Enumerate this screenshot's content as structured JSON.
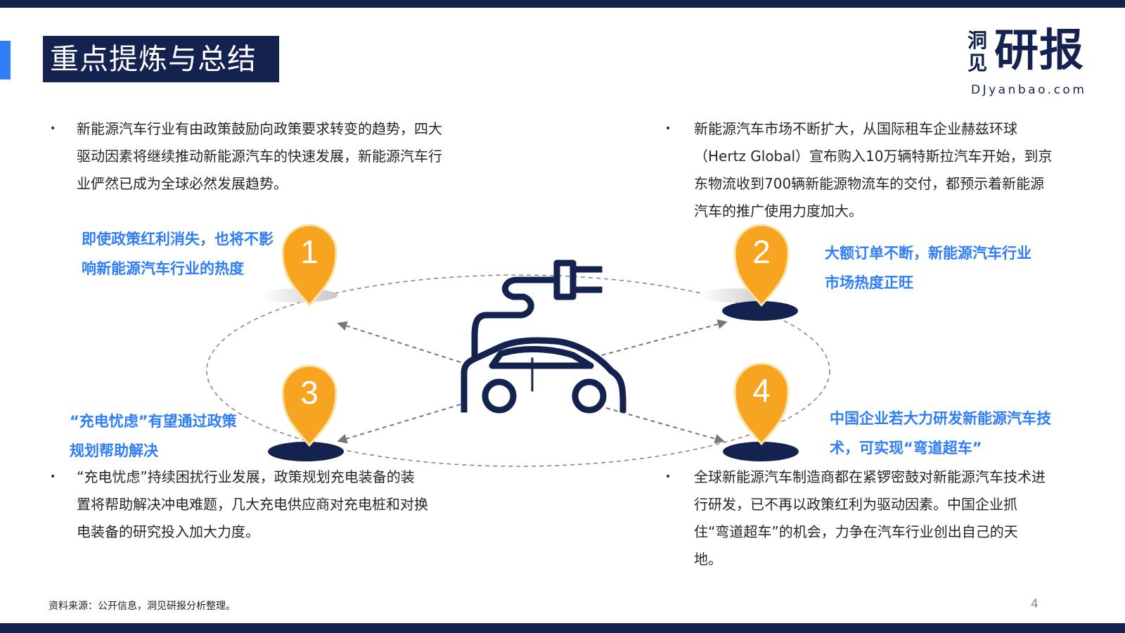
{
  "header": {
    "title": "重点提炼与总结",
    "logo": {
      "brand_small": "洞见",
      "brand_large": "研报",
      "site": "DJyanbao.com"
    }
  },
  "bullets": {
    "top_left": "新能源汽车行业有由政策鼓励向政策要求转变的趋势，四大驱动因素将继续推动新能源汽车的快速发展，新能源汽车行业俨然已成为全球必然发展趋势。",
    "top_right": "新能源汽车市场不断扩大，从国际租车企业赫兹环球（Hertz Global）宣布购入10万辆特斯拉汽车开始，到京东物流收到700辆新能源物流车的交付，都预示着新能源汽车的推广使用力度加大。",
    "bottom_left": "“充电忧虑”持续困扰行业发展，政策规划充电装备的装置将帮助解决冲电难题，几大充电供应商对充电桩和对换电装备的研究投入加大力度。",
    "bottom_right": "全球新能源汽车制造商都在紧锣密鼓对新能源汽车技术进行研发，已不再以政策红利为驱动因素。中国企业抓住“弯道超车”的机会，力争在汽车行业创出自己的天地。"
  },
  "callouts": {
    "c1": "即使政策红利消失，也将不影响新能源汽车行业的热度",
    "c2": "大额订单不断，新能源汽车行业市场热度正旺",
    "c3": "“充电忧虑”有望通过政策规划帮助解决",
    "c4": "中国企业若大力研发新能源汽车技术，可实现“弯道超车”"
  },
  "markers": [
    "1",
    "2",
    "3",
    "4"
  ],
  "icons": {
    "center": "electric-car-plug-icon",
    "marker": "map-pin-icon"
  },
  "colors": {
    "navy": "#14224f",
    "accent_blue": "#2f7ef6",
    "pin_orange": "#f7a520",
    "text": "#262626"
  },
  "footer": {
    "source": "资料来源：公开信息，洞见研报分析整理。",
    "page": "4"
  }
}
